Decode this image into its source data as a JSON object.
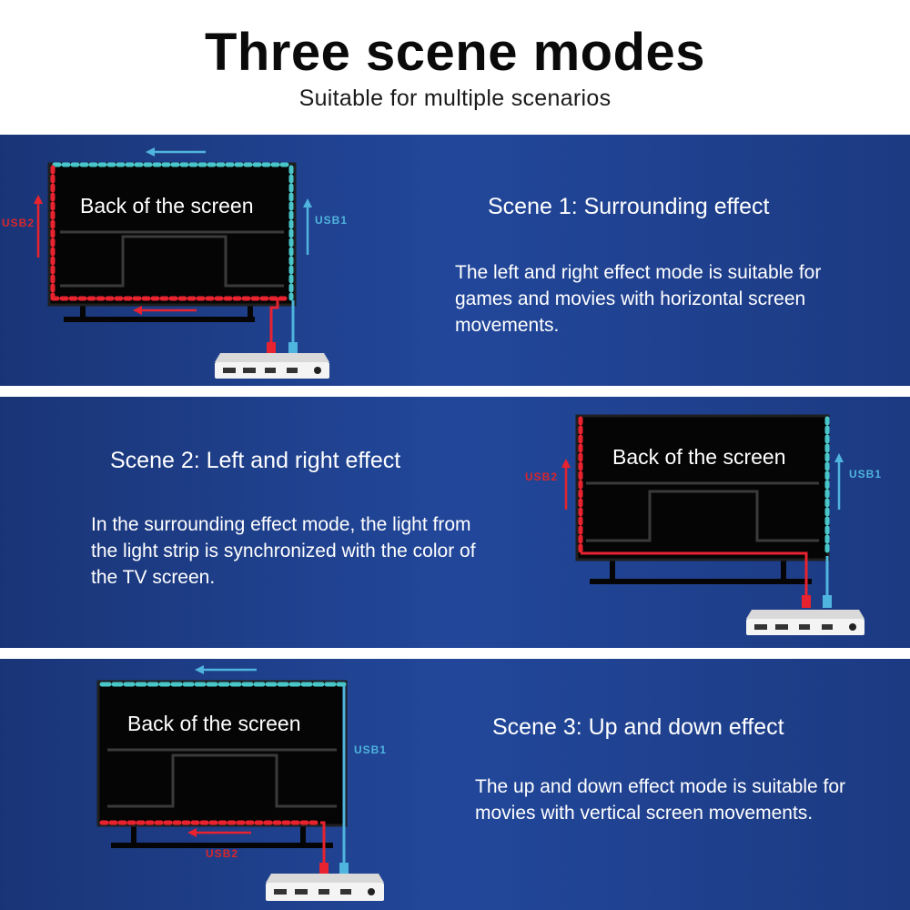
{
  "header": {
    "title": "Three scene modes",
    "subtitle": "Suitable for multiple scenarios"
  },
  "tv_label": "Back of the screen",
  "usb_labels": {
    "red": "USB2",
    "blue": "USB1"
  },
  "scenes": [
    {
      "title": "Scene 1: Surrounding effect",
      "description": "The left and right effect mode is suitable for games and movies with horizontal screen movements."
    },
    {
      "title": "Scene 2: Left and right effect",
      "description": "In the surrounding effect mode, the light from the light strip is synchronized with the color of the TV screen."
    },
    {
      "title": "Scene 3: Up and down effect",
      "description": "The up and down effect mode is suitable for movies with vertical screen movements."
    }
  ],
  "colors": {
    "panel_blue": "#22479a",
    "led_red": "#e8222f",
    "led_cyan": "#48c6c9",
    "cable_blue": "#4fb4de"
  }
}
